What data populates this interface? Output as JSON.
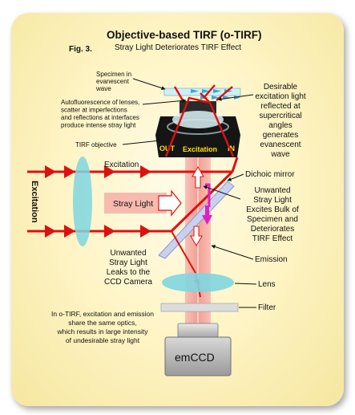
{
  "figure": {
    "label": "Fig. 3.",
    "title": "Objective-based TIRF (o-TIRF)",
    "subtitle": "Stray Light Deteriorates TIRF Effect"
  },
  "labels": {
    "specimen": [
      "Specimen in",
      "evanescent",
      "wave"
    ],
    "autofluorescence": [
      "Autofluorescence of lenses,",
      "scatter at imperfections",
      "and reflections at interfaces",
      "produce intense stray light"
    ],
    "tirf_objective": "TIRF objective",
    "desirable": [
      "Desirable",
      "excitation light",
      "reflected at",
      "supercritical",
      "angles",
      "generates",
      "evanescent",
      "wave"
    ],
    "out": "OUT",
    "excitation_center": "Excitation",
    "in": "IN",
    "excitation_top": "Excitation",
    "excitation_side": "Excitation",
    "dichroic": "Dichoic mirror",
    "stray_light": "Stray Light",
    "unwanted_right": [
      "Unwanted",
      "Stray Light",
      "Excites Bulk of",
      "Specimen and",
      "Deteriorates",
      "TIRF Effect"
    ],
    "emission": "Emission",
    "unwanted_left": [
      "Unwanted",
      "Stray Light",
      "Leaks to the",
      "CCD Camera"
    ],
    "lens": "Lens",
    "filter": "Filter",
    "note": [
      "In o-TIRF, excitation and emission",
      "share the same optics,",
      "which results in large intensity",
      "of undesirable stray light"
    ],
    "camera": "emCCD"
  },
  "colors": {
    "background": "#fff5c8",
    "laser": "#dd1111",
    "emission_beam": "#f4a6a0",
    "lens": "#7fd6e0",
    "objective": "#1a1a1a",
    "magenta_arrow": "#e020c0",
    "yellow_text": "#ffe000"
  }
}
